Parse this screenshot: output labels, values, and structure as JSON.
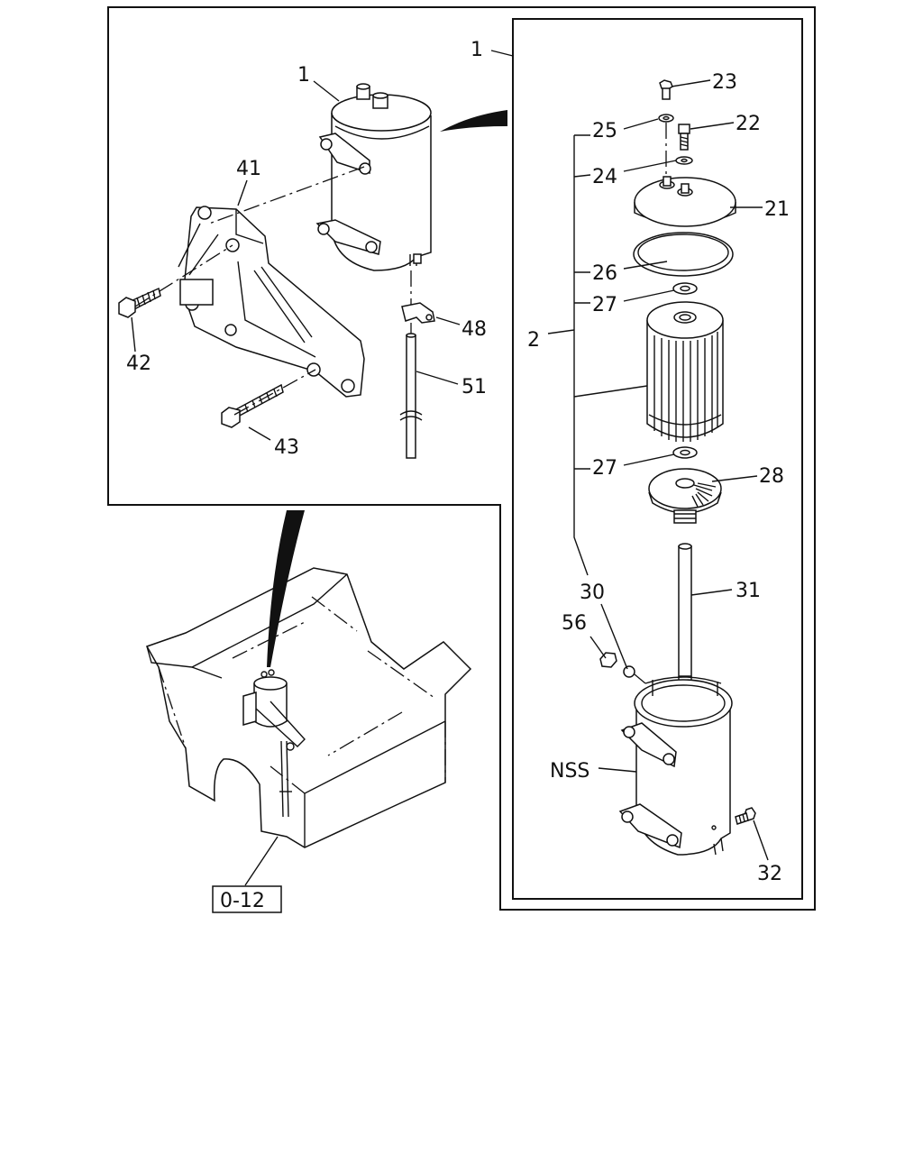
{
  "callouts": {
    "p1_top": "1",
    "p1_inset": "1",
    "p2": "2",
    "p21": "21",
    "p22": "22",
    "p23": "23",
    "p24": "24",
    "p25": "25",
    "p26": "26",
    "p27_upper": "27",
    "p27_lower": "27",
    "p28": "28",
    "p30": "30",
    "p31": "31",
    "p32": "32",
    "p41": "41",
    "p42": "42",
    "p43": "43",
    "p48": "48",
    "p51": "51",
    "p56": "56",
    "nss": "NSS"
  },
  "reference": {
    "page_ref": "0-12"
  }
}
